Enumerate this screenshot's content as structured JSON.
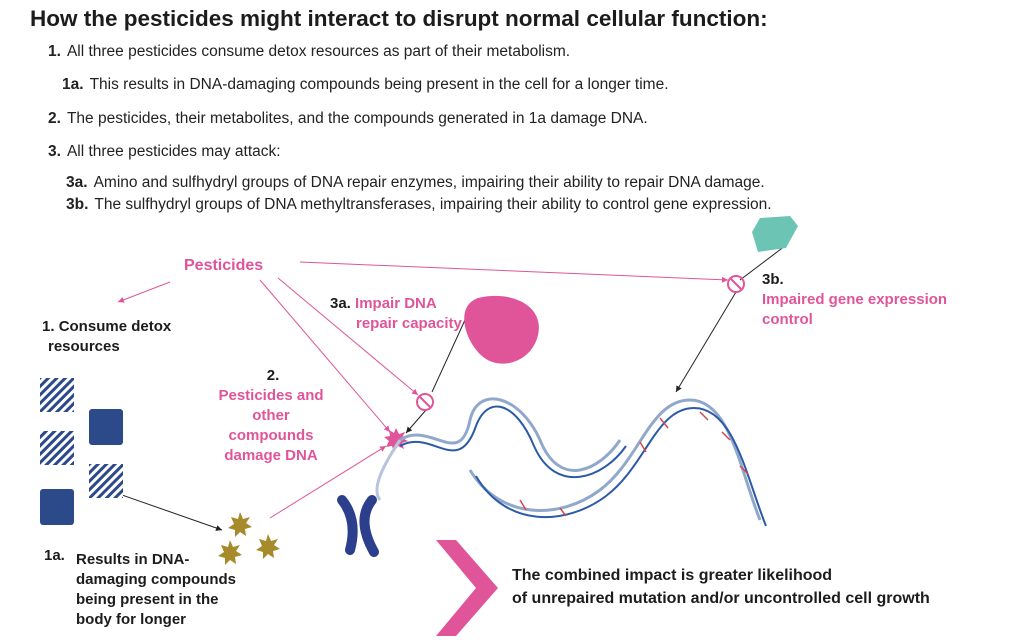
{
  "title": "How the pesticides might interact to disrupt normal cellular function:",
  "points": [
    {
      "num": "1.",
      "text": "All three pesticides consume detox resources as part of their metabolism."
    },
    {
      "num": "1a.",
      "text": "This results in DNA-damaging compounds being present in the cell for a longer time."
    },
    {
      "num": "2.",
      "text": "The pesticides, their metabolites, and the compounds generated in 1a damage DNA."
    },
    {
      "num": "3.",
      "text": "All three pesticides may attack:"
    },
    {
      "num": "3a.",
      "text": "Amino and sulfhydryl groups of DNA repair enzymes, impairing their ability to repair DNA  damage."
    },
    {
      "num": "3b.",
      "text": "The sulfhydryl groups of DNA methyltransferases, impairing their ability to control gene expression."
    }
  ],
  "diagram": {
    "pesticides": "Pesticides",
    "consume_num": "1.",
    "consume_text": [
      "Consume detox",
      "resources"
    ],
    "results_num": "1a.",
    "results_text": [
      "Results in DNA-",
      "damaging compounds",
      "being present in the",
      "body for longer"
    ],
    "damage_num": "2.",
    "damage_text": [
      "Pesticides and",
      "other",
      "compounds",
      "damage DNA"
    ],
    "repair_num": "3a.",
    "repair_text": [
      "Impair DNA",
      "repair capacity"
    ],
    "gene_num": "3b.",
    "gene_text": [
      "Impaired gene expression",
      "control"
    ],
    "conclusion": [
      "The combined impact is greater likelihood",
      "of unrepaired mutation and/or uncontrolled cell growth"
    ]
  },
  "colors": {
    "pink": "#e0559a",
    "navy": "#2c4a8a",
    "teal": "#6cc4b4",
    "gold": "#a78a2a",
    "chromosome": "#2b3f8c"
  }
}
